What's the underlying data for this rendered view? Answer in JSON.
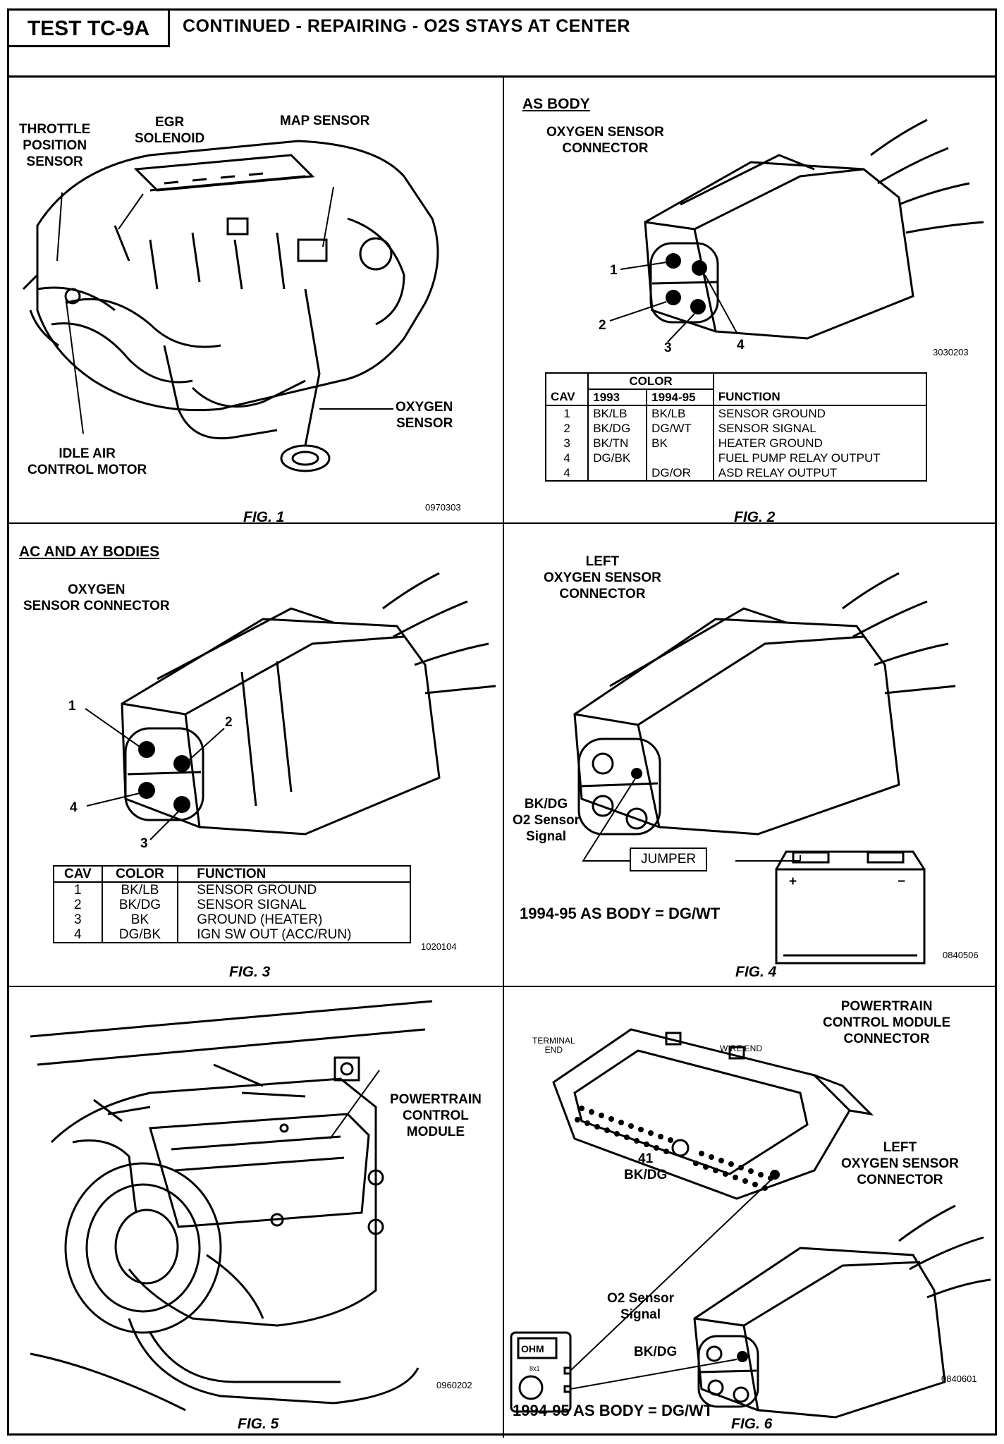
{
  "header": {
    "test_id": "TEST TC-9A",
    "title": "CONTINUED - REPAIRING - O2S STAYS AT CENTER"
  },
  "fig1": {
    "labels": {
      "throttle": "THROTTLE\nPOSITION\nSENSOR",
      "egr": "EGR\nSOLENOID",
      "map": "MAP SENSOR",
      "oxygen": "OXYGEN\nSENSOR",
      "iac": "IDLE AIR\nCONTROL MOTOR"
    },
    "code": "0970303",
    "caption": "FIG. 1"
  },
  "fig2": {
    "title": "AS BODY",
    "connector_label": "OXYGEN SENSOR\nCONNECTOR",
    "pins": [
      "1",
      "2",
      "3",
      "4"
    ],
    "code": "3030203",
    "table": {
      "h_color": "COLOR",
      "h_cav": "CAV",
      "h_1993": "1993",
      "h_1994": "1994-95",
      "h_function": "FUNCTION",
      "rows": [
        {
          "cav": "1",
          "c1993": "BK/LB",
          "c1994": "BK/LB",
          "function": "SENSOR GROUND"
        },
        {
          "cav": "2",
          "c1993": "BK/DG",
          "c1994": "DG/WT",
          "function": "SENSOR SIGNAL"
        },
        {
          "cav": "3",
          "c1993": "BK/TN",
          "c1994": "BK",
          "function": "HEATER GROUND"
        },
        {
          "cav": "4",
          "c1993": "DG/BK",
          "c1994": "",
          "function": "FUEL PUMP RELAY OUTPUT"
        },
        {
          "cav": "4",
          "c1993": "",
          "c1994": "DG/OR",
          "function": "ASD RELAY OUTPUT"
        }
      ]
    },
    "caption": "FIG. 2"
  },
  "fig3": {
    "title": "AC AND AY BODIES",
    "connector_label": "OXYGEN\nSENSOR CONNECTOR",
    "pins": [
      "1",
      "2",
      "4",
      "3"
    ],
    "table": {
      "h_cav": "CAV",
      "h_color": "COLOR",
      "h_function": "FUNCTION",
      "rows": [
        {
          "cav": "1",
          "color": "BK/LB",
          "function": "SENSOR GROUND"
        },
        {
          "cav": "2",
          "color": "BK/DG",
          "function": "SENSOR SIGNAL"
        },
        {
          "cav": "3",
          "color": "BK",
          "function": "GROUND (HEATER)"
        },
        {
          "cav": "4",
          "color": "DG/BK",
          "function": "IGN SW OUT (ACC/RUN)"
        }
      ]
    },
    "code": "1020104",
    "caption": "FIG. 3"
  },
  "fig4": {
    "connector_label": "LEFT\nOXYGEN SENSOR\nCONNECTOR",
    "wire_label": "BK/DG\nO2 Sensor\nSignal",
    "jumper": "JUMPER",
    "note": "1994-95 AS BODY = DG/WT",
    "plus": "+",
    "minus": "−",
    "code": "0840506",
    "caption": "FIG. 4"
  },
  "fig5": {
    "label": "POWERTRAIN\nCONTROL\nMODULE",
    "code": "0960202",
    "caption": "FIG. 5"
  },
  "fig6": {
    "pcm_label": "POWERTRAIN\nCONTROL MODULE\nCONNECTOR",
    "terminal_end": "TERMINAL\nEND",
    "wire_end": "WIRE  END",
    "pin_label": "41\nBK/DG",
    "connector_label": "LEFT\nOXYGEN SENSOR\nCONNECTOR",
    "signal_label": "O2 Sensor\nSignal",
    "wire_color": "BK/DG",
    "meter_display": "OHM",
    "meter_range": "8x1",
    "note": "1994-95 AS BODY = DG/WT",
    "code": "0840601",
    "caption": "FIG. 6"
  }
}
